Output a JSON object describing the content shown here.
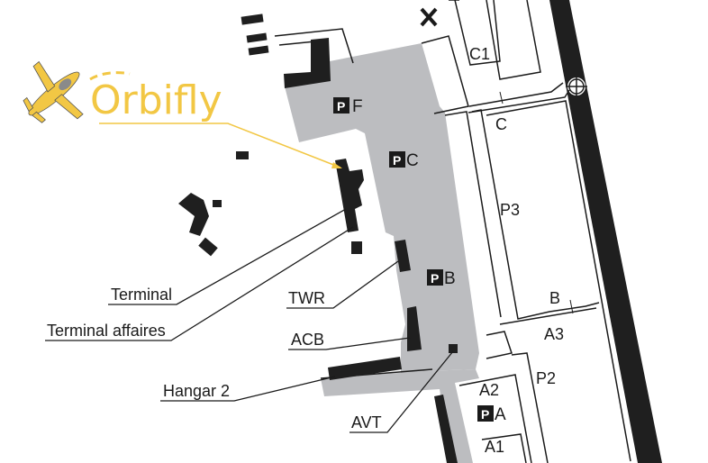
{
  "logo": {
    "text": "Orbifly",
    "color": "#f2c744"
  },
  "colors": {
    "apron": "#bcbdc0",
    "runway": "#1f1f1f",
    "building": "#1f1f1f",
    "logo": "#f2c744"
  },
  "labels": {
    "terminal": "Terminal",
    "terminal_affaires": "Terminal affaires",
    "twr": "TWR",
    "acb": "ACB",
    "hangar2": "Hangar 2",
    "avt": "AVT",
    "c1": "C1",
    "c": "C",
    "p3": "P3",
    "b": "B",
    "a3": "A3",
    "p2": "P2",
    "a2": "A2",
    "a1": "A1"
  },
  "parkings": [
    {
      "icon": "P",
      "label": "F"
    },
    {
      "icon": "P",
      "label": "C"
    },
    {
      "icon": "P",
      "label": "B"
    },
    {
      "icon": "P",
      "label": "A"
    }
  ]
}
